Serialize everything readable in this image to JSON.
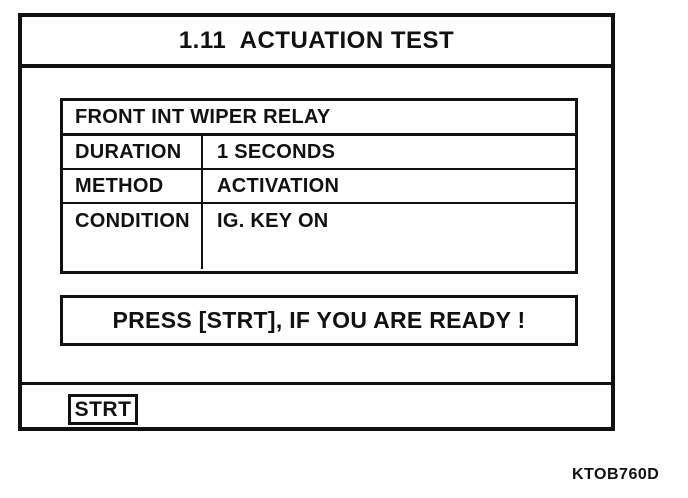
{
  "screen": {
    "title": "1.11  ACTUATION TEST",
    "test_table": {
      "header": "FRONT INT WIPER RELAY",
      "rows": [
        {
          "label": "DURATION",
          "value": "1 SECONDS"
        },
        {
          "label": "METHOD",
          "value": "ACTIVATION"
        },
        {
          "label": "CONDITION",
          "value": "IG. KEY ON"
        }
      ]
    },
    "message": "PRESS [STRT], IF YOU ARE READY !",
    "softkeys": [
      {
        "label": "STRT"
      }
    ]
  },
  "figure_code": "KTOB760D",
  "colors": {
    "foreground": "#111111",
    "background": "#ffffff"
  }
}
